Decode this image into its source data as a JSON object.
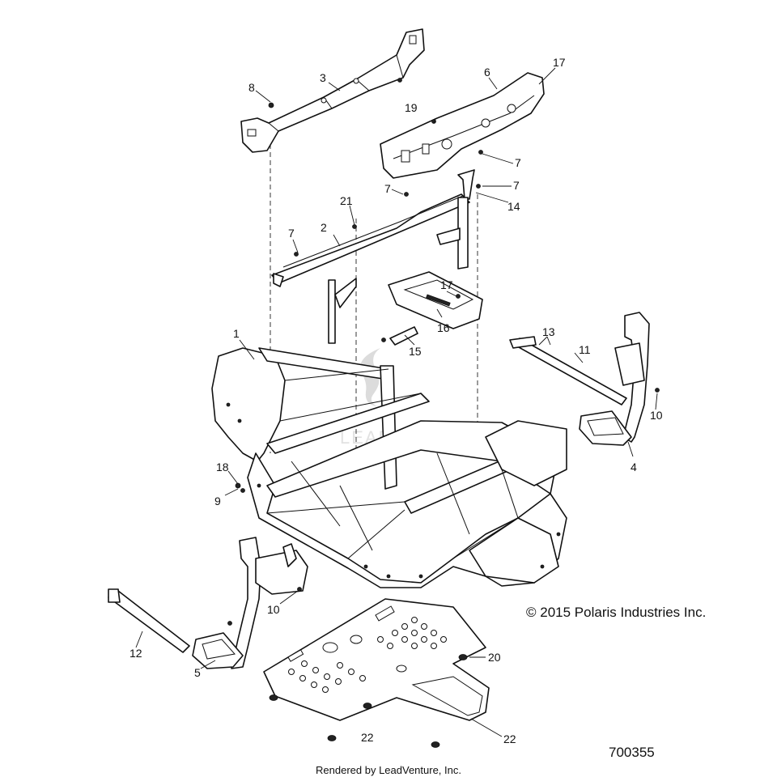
{
  "diagram": {
    "callouts": [
      {
        "id": "c1",
        "text": "1"
      },
      {
        "id": "c2",
        "text": "2"
      },
      {
        "id": "c3",
        "text": "3"
      },
      {
        "id": "c4",
        "text": "4"
      },
      {
        "id": "c5",
        "text": "5"
      },
      {
        "id": "c6",
        "text": "6"
      },
      {
        "id": "c7a",
        "text": "7"
      },
      {
        "id": "c7b",
        "text": "7"
      },
      {
        "id": "c7c",
        "text": "7"
      },
      {
        "id": "c7d",
        "text": "7"
      },
      {
        "id": "c8",
        "text": "8"
      },
      {
        "id": "c9",
        "text": "9"
      },
      {
        "id": "c10a",
        "text": "10"
      },
      {
        "id": "c10b",
        "text": "10"
      },
      {
        "id": "c11",
        "text": "11"
      },
      {
        "id": "c12",
        "text": "12"
      },
      {
        "id": "c13",
        "text": "13"
      },
      {
        "id": "c14",
        "text": "14"
      },
      {
        "id": "c15",
        "text": "15"
      },
      {
        "id": "c16",
        "text": "16"
      },
      {
        "id": "c17a",
        "text": "17"
      },
      {
        "id": "c17b",
        "text": "17"
      },
      {
        "id": "c18",
        "text": "18"
      },
      {
        "id": "c19",
        "text": "19"
      },
      {
        "id": "c20",
        "text": "20"
      },
      {
        "id": "c21",
        "text": "21"
      },
      {
        "id": "c22a",
        "text": "22"
      },
      {
        "id": "c22b",
        "text": "22"
      }
    ],
    "copyright": "© 2015 Polaris Industries Inc.",
    "diagram_number": "700355",
    "rendered_by": "Rendered by LeadVenture, Inc."
  }
}
